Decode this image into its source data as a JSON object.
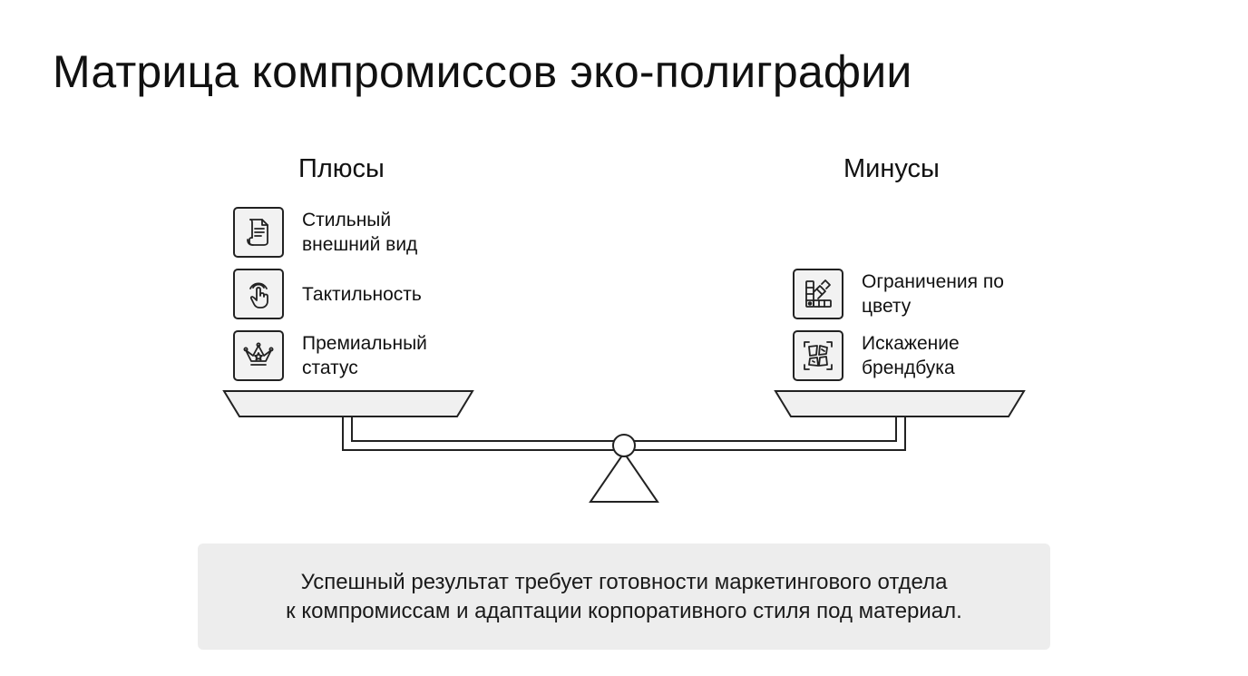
{
  "title": "Матрица компромиссов эко-полиграфии",
  "pros": {
    "heading": "Плюсы",
    "items": [
      {
        "label": "Стильный внешний вид",
        "icon": "document-icon"
      },
      {
        "label": "Тактильность",
        "icon": "touch-hand-icon"
      },
      {
        "label": "Премиальный статус",
        "icon": "crown-icon"
      }
    ]
  },
  "cons": {
    "heading": "Минусы",
    "items": [
      {
        "label": "Ограничения по цвету",
        "icon": "color-swatch-icon"
      },
      {
        "label": "Искажение брендбука",
        "icon": "distorted-brandbook-icon"
      }
    ]
  },
  "callout": {
    "line1": "Успешный результат требует готовности маркетингового отдела",
    "line2": "к компромиссам и адаптации корпоративного стиля под материал."
  },
  "colors": {
    "stroke": "#222222",
    "pan_fill": "#f0f0f0",
    "callout_bg": "#ededed"
  }
}
